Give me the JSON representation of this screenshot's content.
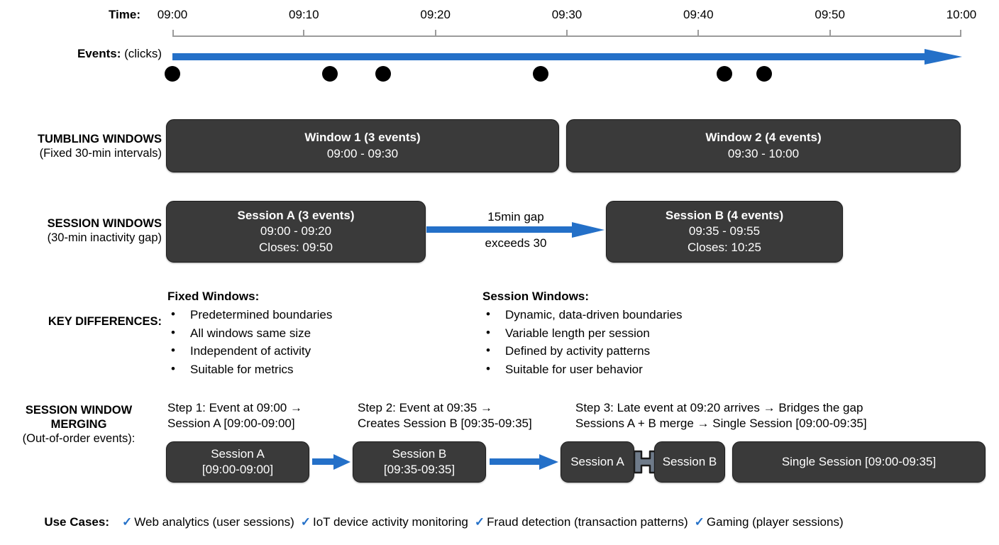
{
  "colors": {
    "accent_blue": "#2470c8",
    "box_dark": "#3a3a3a",
    "axis_gray": "#9b9b9b",
    "connector_gray": "#6f7b8a"
  },
  "time_axis": {
    "label": "Time:",
    "ticks": [
      "09:00",
      "09:10",
      "09:20",
      "09:30",
      "09:40",
      "09:50",
      "10:00"
    ]
  },
  "events": {
    "label_bold": "Events:",
    "label_normal": "(clicks)",
    "dot_times": [
      "09:00",
      "09:12",
      "09:16",
      "09:28",
      "09:42",
      "09:45"
    ]
  },
  "tumbling": {
    "label": "TUMBLING WINDOWS",
    "sublabel": "(Fixed 30-min intervals)",
    "windows": [
      {
        "title": "Window 1 (3 events)",
        "range": "09:00 - 09:30"
      },
      {
        "title": "Window 2 (4 events)",
        "range": "09:30 - 10:00"
      }
    ]
  },
  "session": {
    "label": "SESSION WINDOWS",
    "sublabel": "(30-min inactivity gap)",
    "session_a": {
      "title": "Session A (3 events)",
      "range": "09:00 - 09:20",
      "closes": "Closes: 09:50"
    },
    "session_b": {
      "title": "Session B (4 events)",
      "range": "09:35 - 09:55",
      "closes": "Closes: 10:25"
    },
    "gap_top": "15min gap",
    "gap_bottom": "exceeds 30"
  },
  "key_differences": {
    "label": "KEY DIFFERENCES:",
    "fixed": {
      "heading": "Fixed Windows:",
      "items": [
        "Predetermined boundaries",
        "All windows same size",
        "Independent of activity",
        "Suitable for metrics"
      ]
    },
    "session": {
      "heading": "Session Windows:",
      "items": [
        "Dynamic, data-driven boundaries",
        "Variable length per session",
        "Defined by activity patterns",
        "Suitable for user behavior"
      ]
    }
  },
  "merging": {
    "label_line1": "SESSION WINDOW",
    "label_line2": "MERGING",
    "sublabel": "(Out-of-order events):",
    "step1_line1": "Step 1: Event at 09:00 →",
    "step1_line2": "Session A [09:00-09:00]",
    "step2_line1": "Step 2: Event at 09:35 →",
    "step2_line2": "Creates Session B [09:35-09:35]",
    "step3_line1": "Step 3: Late event at 09:20 arrives → Bridges the gap",
    "step3_line2": "Sessions A + B merge → Single Session [09:00-09:35]",
    "box_a_line1": "Session A",
    "box_a_line2": "[09:00-09:00]",
    "box_b_line1": "Session B",
    "box_b_line2": "[09:35-09:35]",
    "merged_a": "Session A",
    "merged_b": "Session B",
    "merged_single": "Single Session [09:00-09:35]"
  },
  "use_cases": {
    "label": "Use Cases:",
    "check": "✓",
    "items": [
      "Web analytics (user sessions)",
      "IoT device activity monitoring",
      "Fraud detection (transaction patterns)",
      "Gaming (player sessions)"
    ]
  }
}
